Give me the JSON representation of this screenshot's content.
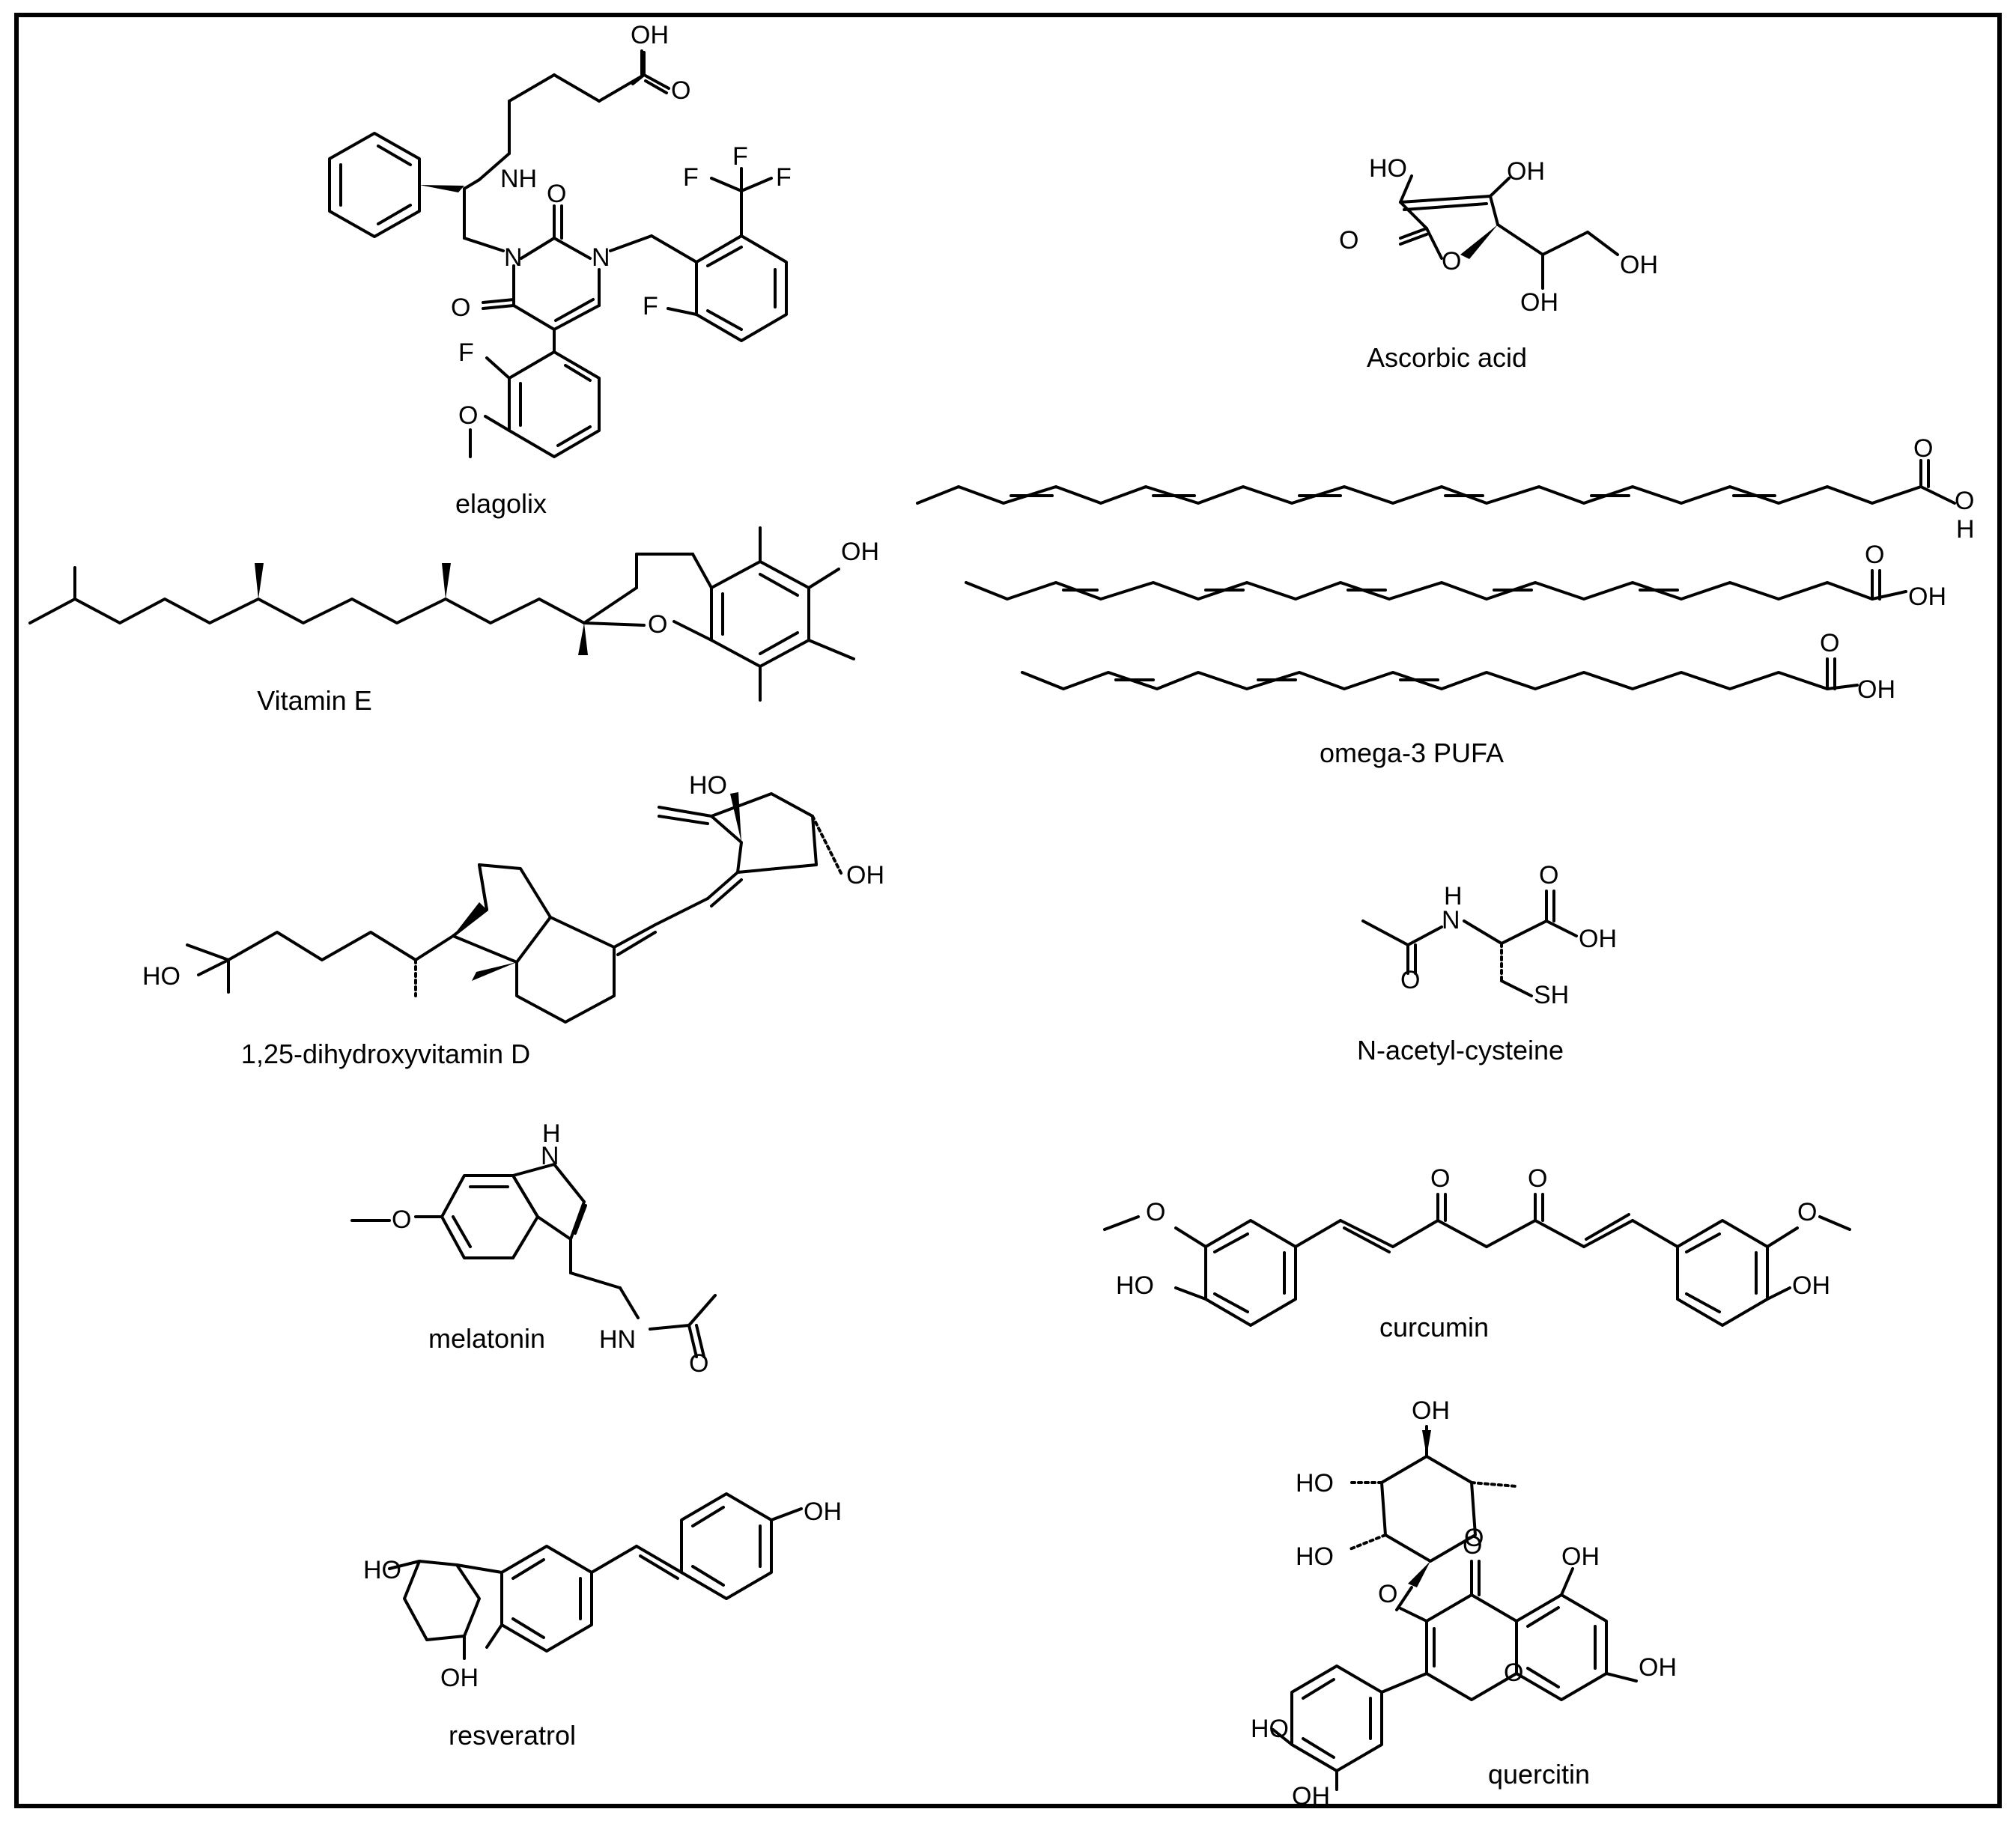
{
  "compounds": [
    {
      "id": "elagolix",
      "name": "elagolix"
    },
    {
      "id": "ascorbic",
      "name": "Ascorbic acid"
    },
    {
      "id": "vitamin_e",
      "name": "Vitamin E"
    },
    {
      "id": "omega3",
      "name": "omega-3 PUFA"
    },
    {
      "id": "vitamin_d",
      "name": "1,25-dihydroxyvitamin D"
    },
    {
      "id": "nac",
      "name": "N-acetyl-cysteine"
    },
    {
      "id": "melatonin",
      "name": "melatonin"
    },
    {
      "id": "curcumin",
      "name": "curcumin"
    },
    {
      "id": "resveratrol",
      "name": "resveratrol"
    },
    {
      "id": "quercitin",
      "name": "quercitin"
    }
  ],
  "atom_labels": {
    "OH": "OH",
    "HO": "HO",
    "O": "O",
    "N": "N",
    "NH": "NH",
    "HN": "HN",
    "H": "H",
    "F": "F",
    "SH": "SH"
  },
  "colors": {
    "line": "#000000",
    "frame": "#000000",
    "background": "#ffffff"
  }
}
